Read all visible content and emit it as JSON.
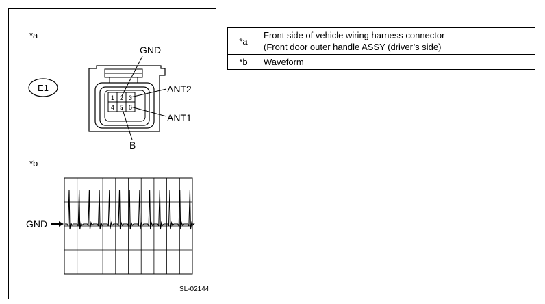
{
  "diagram": {
    "section_a_label": "*a",
    "section_b_label": "*b",
    "connector_id": "E1",
    "pins": [
      "1",
      "2",
      "3",
      "4",
      "5",
      "6"
    ],
    "terminal_labels": {
      "gnd": "GND",
      "ant2": "ANT2",
      "ant1": "ANT1",
      "b": "B"
    },
    "waveform_ref_label": "GND",
    "figure_code": "SL-02144"
  },
  "legend": [
    {
      "key": "*a",
      "desc_line1": "Front side of vehicle wiring harness connector",
      "desc_line2": "(Front door outer handle ASSY (driver’s side)"
    },
    {
      "key": "*b",
      "desc_line1": "Waveform"
    }
  ]
}
